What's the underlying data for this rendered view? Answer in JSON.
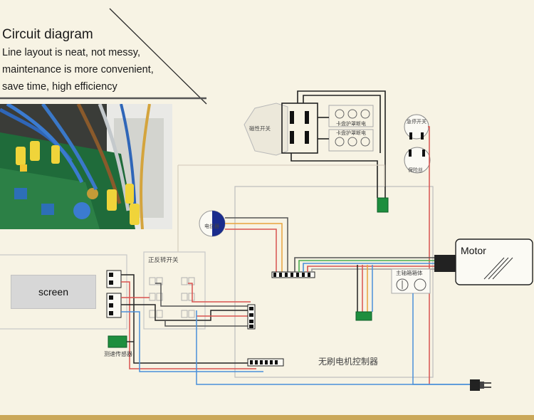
{
  "caption": {
    "title": "Circuit diagram",
    "line1": "Line layout is neat, not messy,",
    "line2": "maintenance is more convenient,",
    "line3": "save time, high efficiency"
  },
  "labels": {
    "screen": "screen",
    "motor": "Motor",
    "controller": "无刷电机控制器",
    "direction_switch": "正反转开关",
    "speed_sensor": "测速传感器",
    "magnetic_switch": "磁性开关",
    "chuck_breaker_1": "卡盘护罩断电",
    "chuck_breaker_2": "卡盘护罩断电",
    "spindle_box": "主轴箱箱体",
    "emergency_stop": "急停开关",
    "fuse": "保险丝",
    "potentiometer": "电位器"
  },
  "colors": {
    "background": "#f7f3e4",
    "wire_black": "#222222",
    "wire_red": "#d9534f",
    "wire_blue": "#4a90d9",
    "wire_orange": "#e8a33d",
    "wire_green": "#4caf50",
    "connector_green": "#1e8e3e",
    "potentiometer_blue": "#1a2c8c"
  }
}
